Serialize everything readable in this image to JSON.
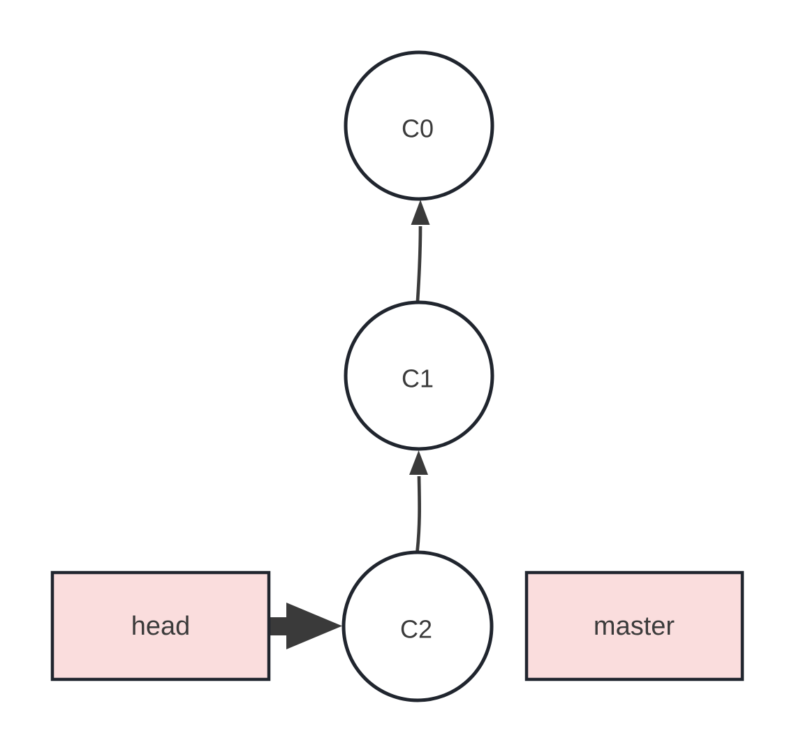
{
  "diagram": {
    "type": "git-commit-graph",
    "commits": [
      {
        "id": "c0",
        "label": "C0"
      },
      {
        "id": "c1",
        "label": "C1"
      },
      {
        "id": "c2",
        "label": "C2"
      }
    ],
    "refs": [
      {
        "id": "head",
        "label": "head",
        "points_to": "C2"
      },
      {
        "id": "master",
        "label": "master"
      }
    ],
    "edges": [
      {
        "from": "C2",
        "to": "C1",
        "style": "thin-curved-arrow"
      },
      {
        "from": "C1",
        "to": "C0",
        "style": "thin-curved-arrow"
      },
      {
        "from": "head",
        "to": "C2",
        "style": "thick-block-arrow"
      }
    ],
    "colors": {
      "background": "#ffffff",
      "node_fill": "#ffffff",
      "node_stroke": "#20252e",
      "ref_fill": "#fadddd",
      "ref_stroke": "#20252e",
      "arrow": "#3a3a3a",
      "text": "#3b3b3b"
    }
  }
}
